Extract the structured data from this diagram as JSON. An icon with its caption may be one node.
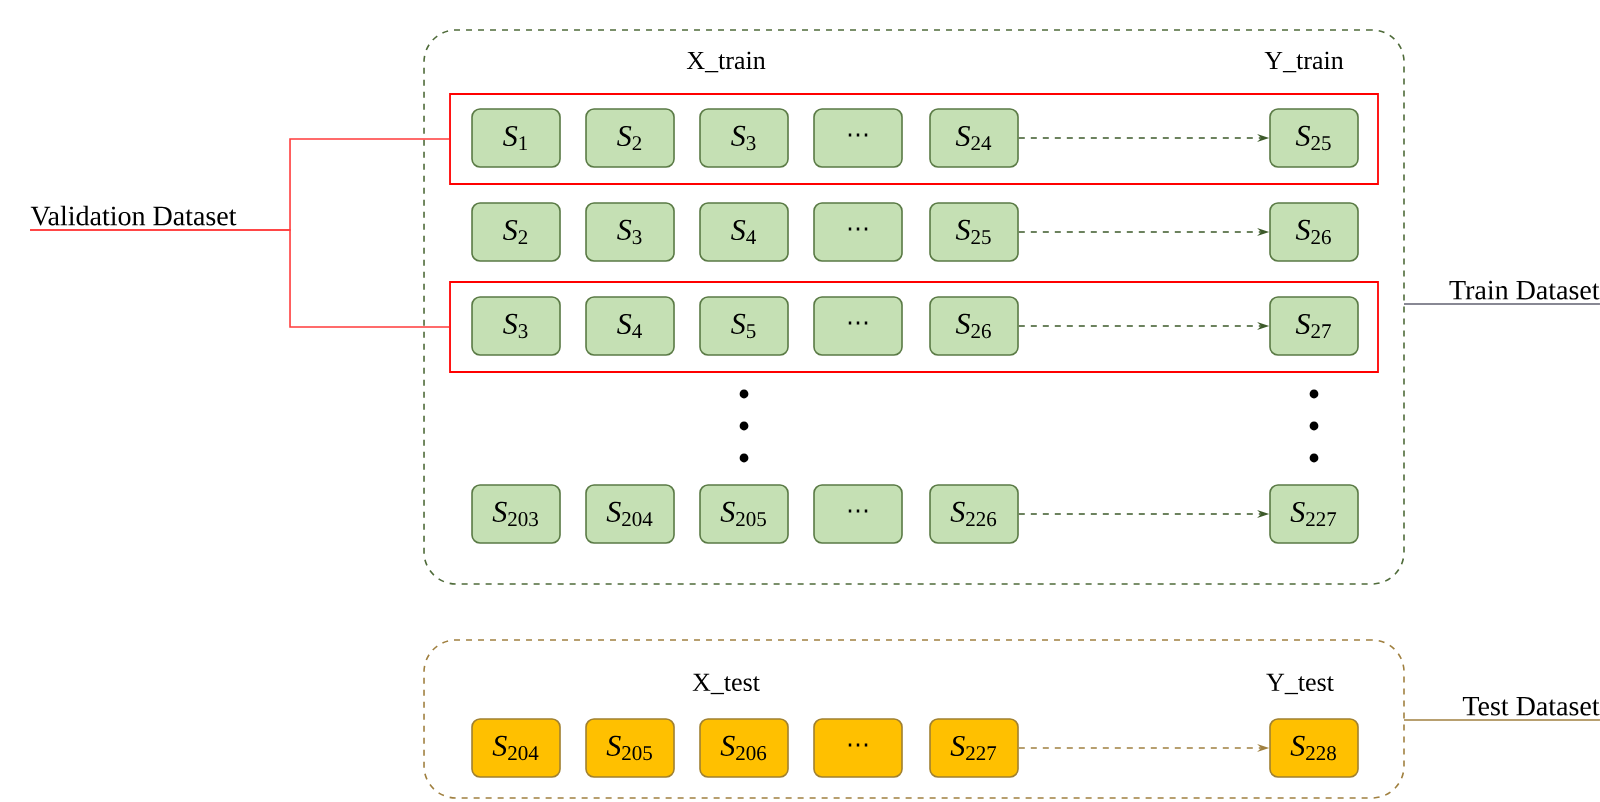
{
  "diagram": {
    "nodes": [
      {
        "text": [
          "Validation Dataset"
        ]
      },
      {
        "text": [
          "X_train",
          "Y_train"
        ]
      },
      {
        "text": [],
        "shape": "box",
        "in": 1
      },
      {
        "text": [
          "*S*$_{1}$"
        ],
        "in": 2
      },
      {
        "text": [
          "*S*$_{2}$"
        ],
        "in": 2
      },
      {
        "text": [
          "*S*$_{3}$"
        ],
        "in": 2
      },
      {
        "text": [
          "⋯"
        ],
        "in": 2
      },
      {
        "text": [
          "*S*$_{24}$"
        ],
        "in": 2
      },
      {
        "text": [
          "*S*$_{25}$"
        ],
        "in": 2
      },
      {
        "text": [
          "*S*$_{2}$"
        ],
        "in": 1
      },
      {
        "text": [
          "*S*$_{3}$"
        ],
        "in": 1
      },
      {
        "text": [
          "*S*$_{4}$"
        ],
        "in": 1
      },
      {
        "text": [
          "⋯"
        ],
        "in": 1
      },
      {
        "text": [
          "*S*$_{25}$"
        ],
        "in": 1
      },
      {
        "text": [
          "*S*$_{26}$"
        ],
        "in": 1
      },
      {
        "text": [],
        "shape": "box",
        "in": 1
      },
      {
        "text": [
          "*S*$_{3}$"
        ],
        "in": 15
      },
      {
        "text": [
          "*S*$_{4}$"
        ],
        "in": 15
      },
      {
        "text": [
          "*S*$_{5}$"
        ],
        "in": 15
      },
      {
        "text": [
          "⋯"
        ],
        "in": 15
      },
      {
        "text": [
          "*S*$_{26}$"
        ],
        "in": 15
      },
      {
        "text": [
          "*S*$_{27}$"
        ],
        "in": 15
      },
      {
        "text": [
          "*S*$_{203}$"
        ],
        "in": 1
      },
      {
        "text": [
          "*S*$_{204}$"
        ],
        "in": 1
      },
      {
        "text": [
          "*S*$_{205}$"
        ],
        "in": 1
      },
      {
        "text": [
          "⋯"
        ],
        "in": 1
      },
      {
        "text": [
          "*S*$_{226}$"
        ],
        "in": 1
      },
      {
        "text": [
          "*S*$_{227}$"
        ],
        "in": 1
      },
      {
        "text": [
          "Train Dataset"
        ]
      },
      {
        "text": [
          "X_test",
          "Y_test"
        ]
      },
      {
        "text": [
          "*S*$_{204}$"
        ],
        "in": 29
      },
      {
        "text": [
          "*S*$_{205}$"
        ],
        "in": 29
      },
      {
        "text": [
          "*S*$_{206}$"
        ],
        "in": 29
      },
      {
        "text": [
          "⋯"
        ],
        "in": 29
      },
      {
        "text": [
          "*S*$_{227}$"
        ],
        "in": 29
      },
      {
        "text": [
          "*S*$_{228}$"
        ],
        "in": 29
      },
      {
        "text": [
          "Test Dataset"
        ]
      }
    ],
    "edges": [
      {
        "from": 7,
        "to": 8,
        "arrow": "to",
        "style": "dashed"
      },
      {
        "from": 13,
        "to": 14,
        "arrow": "to",
        "style": "dashed"
      },
      {
        "from": 20,
        "to": 21,
        "arrow": "to",
        "style": "dashed"
      },
      {
        "from": 26,
        "to": 27,
        "arrow": "to",
        "style": "dashed"
      },
      {
        "from": 34,
        "to": 35,
        "arrow": "to",
        "style": "dashed",
        "color": "#a08040"
      },
      {
        "from": 0,
        "to": 2,
        "arrow": "none",
        "color": "#ff3b3b"
      },
      {
        "from": 0,
        "to": 15,
        "arrow": "none",
        "color": "#ff3b3b"
      },
      {
        "from": 28,
        "to": 1,
        "arrow": "none",
        "color": "#606070"
      },
      {
        "from": 36,
        "to": 29,
        "arrow": "none",
        "color": "#a08040"
      }
    ]
  }
}
